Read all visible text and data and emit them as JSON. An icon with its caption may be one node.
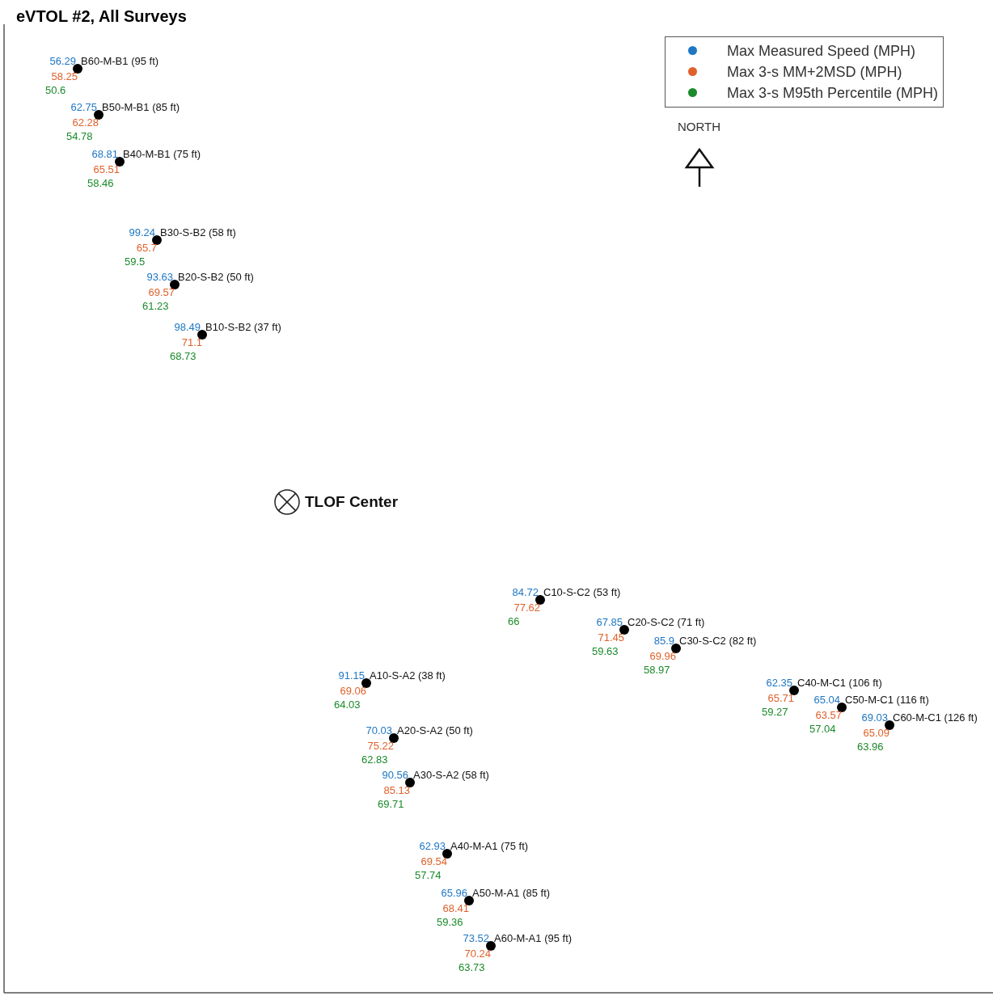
{
  "diagram": {
    "title": "eVTOL #2, All Surveys",
    "nodes": [
      {
        "text": [
          "B60-M-B1 (95 ft)"
        ],
        "beside": [
          "56.29",
          "58.25",
          "50.6"
        ]
      },
      {
        "text": [
          "B50-M-B1 (85 ft)"
        ],
        "beside": [
          "62.75",
          "62.28",
          "54.78"
        ]
      },
      {
        "text": [
          "B40-M-B1 (75 ft)"
        ],
        "beside": [
          "68.81",
          "65.51",
          "58.46"
        ]
      },
      {
        "text": [
          "B30-S-B2 (58 ft)"
        ],
        "beside": [
          "99.24",
          "65.7",
          "59.5"
        ]
      },
      {
        "text": [
          "B20-S-B2 (50 ft)"
        ],
        "beside": [
          "93.63",
          "69.57",
          "61.23"
        ]
      },
      {
        "text": [
          "B10-S-B2 (37 ft)"
        ],
        "beside": [
          "98.49",
          "71.1",
          "68.73"
        ]
      },
      {
        "text": [
          "TLOF Center"
        ]
      },
      {
        "text": [
          "C10-S-C2 (53 ft)"
        ],
        "beside": [
          "84.72",
          "77.62",
          "66"
        ]
      },
      {
        "text": [
          "C20-S-C2 (71 ft)"
        ],
        "beside": [
          "67.85",
          "71.45",
          "59.63"
        ]
      },
      {
        "text": [
          "C30-S-C2 (82 ft)"
        ],
        "beside": [
          "85.9",
          "69.96",
          "58.97"
        ]
      },
      {
        "text": [
          "C40-M-C1 (106 ft)"
        ],
        "beside": [
          "62.35",
          "65.71",
          "59.27"
        ]
      },
      {
        "text": [
          "C50-M-C1 (116 ft)"
        ],
        "beside": [
          "65.04",
          "63.57",
          "57.04"
        ]
      },
      {
        "text": [
          "C60-M-C1 (126 ft)"
        ],
        "beside": [
          "69.03",
          "65.09",
          "63.96"
        ]
      },
      {
        "text": [
          "A10-S-A2 (38 ft)"
        ],
        "beside": [
          "91.15",
          "69.06",
          "64.03"
        ]
      },
      {
        "text": [
          "A20-S-A2 (50 ft)"
        ],
        "beside": [
          "70.03",
          "75.22",
          "62.83"
        ]
      },
      {
        "text": [
          "A30-S-A2 (58 ft)"
        ],
        "beside": [
          "90.56",
          "85.13",
          "69.71"
        ]
      },
      {
        "text": [
          "A40-M-A1 (75 ft)"
        ],
        "beside": [
          "62.93",
          "69.54",
          "57.74"
        ]
      },
      {
        "text": [
          "A50-M-A1 (85 ft)"
        ],
        "beside": [
          "65.96",
          "68.41",
          "59.36"
        ]
      },
      {
        "text": [
          "A60-M-A1 (95 ft)"
        ],
        "beside": [
          "73.52",
          "70.24",
          "63.73"
        ]
      }
    ],
    "labels": [
      "NORTH"
    ],
    "legend": [
      {
        "text": "Max Measured Speed (MPH)",
        "color": "#1f77c4"
      },
      {
        "text": "Max 3-s MM+2MSD (MPH)",
        "color": "#e0612b"
      },
      {
        "text": "Max 3-s M95th Percentile (MPH)",
        "color": "#1a8a2a"
      }
    ]
  }
}
